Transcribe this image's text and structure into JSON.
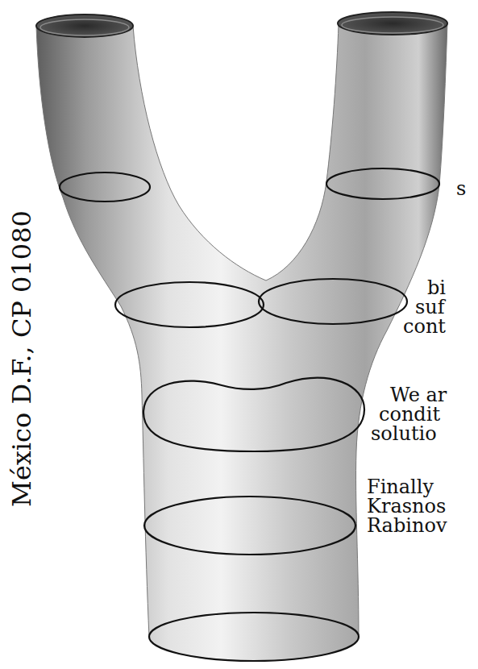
{
  "diagram": {
    "labels": [
      "México D.F., CP 01080",
      "s",
      "bi",
      "suf",
      "cont",
      "We ar",
      "condit",
      "solutio",
      "Finally",
      "Krasnos",
      "Rabinov"
    ]
  }
}
